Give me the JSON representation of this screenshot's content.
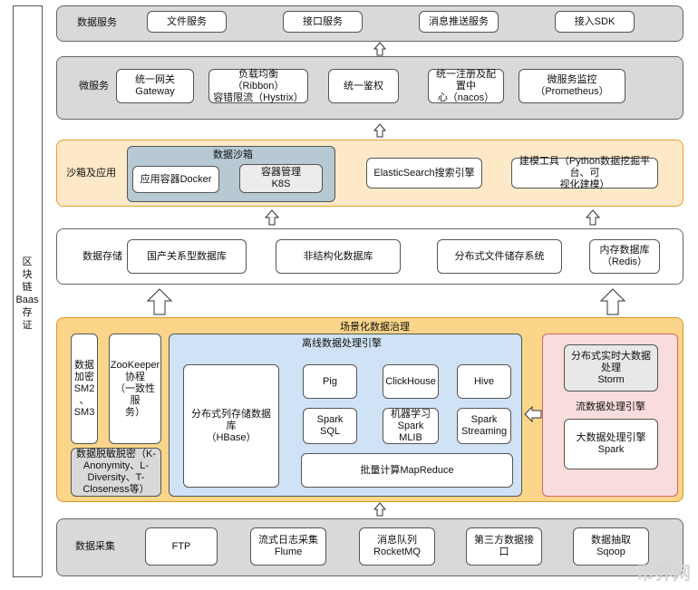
{
  "sidebar": {
    "label": "区\n块\n链\nBaas\n存\n证"
  },
  "layers": {
    "data_service": {
      "title": "数据服务",
      "items": [
        "文件服务",
        "接口服务",
        "消息推送服务",
        "接入SDK"
      ]
    },
    "microservice": {
      "title": "微服务",
      "items": [
        "统一网关Gateway",
        "负载均衡（Ribbon）\n容错限流（Hystrix）",
        "统一鉴权",
        "统一注册及配置中\n心（nacos）",
        "微服务监控\n（Prometheus）"
      ]
    },
    "sandbox": {
      "title": "沙箱及应用",
      "inner_title": "数据沙箱",
      "inner_items": [
        "应用容器Docker",
        "容器管理\nK8S"
      ],
      "items": [
        "ElasticSearch搜索引擎",
        "建模工具（Python数据挖掘平台、可\n视化建模）"
      ]
    },
    "storage": {
      "title": "数据存储",
      "items": [
        "国产关系型数据库",
        "非结构化数据库",
        "分布式文件储存系统",
        "内存数据库\n（Redis）"
      ]
    },
    "governance": {
      "title": "场景化数据治理",
      "encryption": "数据\n加密\nSM2\n、\nSM3",
      "zookeeper": "ZooKeeper\n协程\n（一致性服\n务）",
      "masking": "数据脱敏脱密（K-\nAnonymity、L-\nDiversity、T-\nCloseness等）",
      "offline": {
        "title": "离线数据处理引擎",
        "hbase": "分布式列存储数据库\n（HBase）",
        "grid": [
          "Pig",
          "ClickHouse",
          "Hive",
          "Spark SQL",
          "机器学习\nSpark MLIB",
          "Spark\nStreaming"
        ],
        "mapreduce": "批量计算MapReduce"
      },
      "stream": {
        "title": "流数据处理引擎",
        "storm": "分布式实时大数据处理\nStorm",
        "spark": "大数据处理引擎Spark"
      }
    },
    "collection": {
      "title": "数据采集",
      "items": [
        "FTP",
        "流式日志采集\nFlume",
        "消息队列\nRocketMQ",
        "第三方数据接口",
        "数据抽取Sqoop"
      ]
    }
  },
  "watermark": "币界网",
  "colors": {
    "gray_layer": "#d9d9d9",
    "orange_layer": "#fde9c8",
    "gold_layer": "#fad58a",
    "blue_panel": "#cfe2f6",
    "pink_panel": "#f9dcdc",
    "sandbox_inner": "#b7c9d3"
  }
}
